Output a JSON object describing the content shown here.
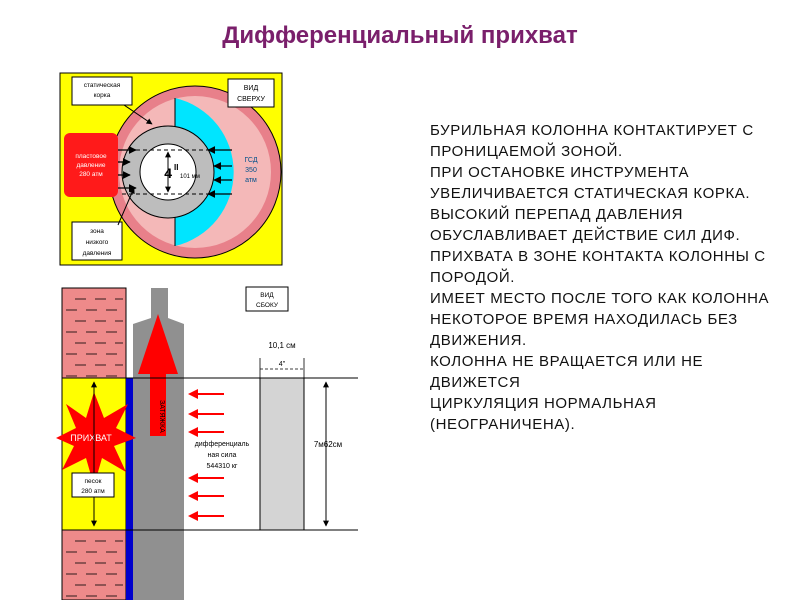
{
  "title": "Дифференциальный прихват",
  "top_view": {
    "crust_label": [
      "статическая",
      "корка"
    ],
    "view_label": [
      "ВИД",
      "СВЕРХУ"
    ],
    "left_pressure": [
      "пластовое",
      "давление",
      "280 атм"
    ],
    "right_pressure": [
      "ГСД",
      "350",
      "атм"
    ],
    "pipe_size": "4",
    "pipe_size_mark": "II",
    "pipe_dim": "101 мм",
    "low_zone": [
      "зона",
      "низкого",
      "давления"
    ]
  },
  "side_view": {
    "view_label": [
      "ВИД",
      "СБОКУ"
    ],
    "pull_label": "ЗАТЯЖКА",
    "stick_label": "ПРИХВАТ",
    "sand_label": [
      "песок",
      "280 атм"
    ],
    "force_label": [
      "дифференциаль",
      "ная сила",
      "544310 кг"
    ],
    "width_dim": "10,1 см",
    "pipe_dim": "4\"",
    "height_dim": "7м62см"
  },
  "text_lines": [
    "БУРИЛЬНАЯ КОЛОННА КОНТАКТИРУЕТ С ПРОНИЦАЕМОЙ ЗОНОЙ.",
    "ПРИ ОСТАНОВКЕ ИНСТРУМЕНТА УВЕЛИЧИВАЕТСЯ СТАТИЧЕСКАЯ КОРКА.",
    "ВЫСОКИЙ ПЕРЕПАД ДАВЛЕНИЯ ОБУСЛАВЛИВАЕТ ДЕЙСТВИЕ СИЛ ДИФ. ПРИХВАТА В ЗОНЕ КОНТАКТА КОЛОННЫ С ПОРОДОЙ.",
    "ИМЕЕТ МЕСТО ПОСЛЕ ТОГО КАК КОЛОННА НЕКОТОРОЕ ВРЕМЯ НАХОДИЛАСЬ БЕЗ ДВИЖЕНИЯ.",
    "КОЛОННА НЕ ВРАЩАЕТСЯ ИЛИ НЕ ДВИЖЕТСЯ",
    "ЦИРКУЛЯЦИЯ НОРМАЛЬНАЯ (НЕОГРАНИЧЕНА)."
  ]
}
